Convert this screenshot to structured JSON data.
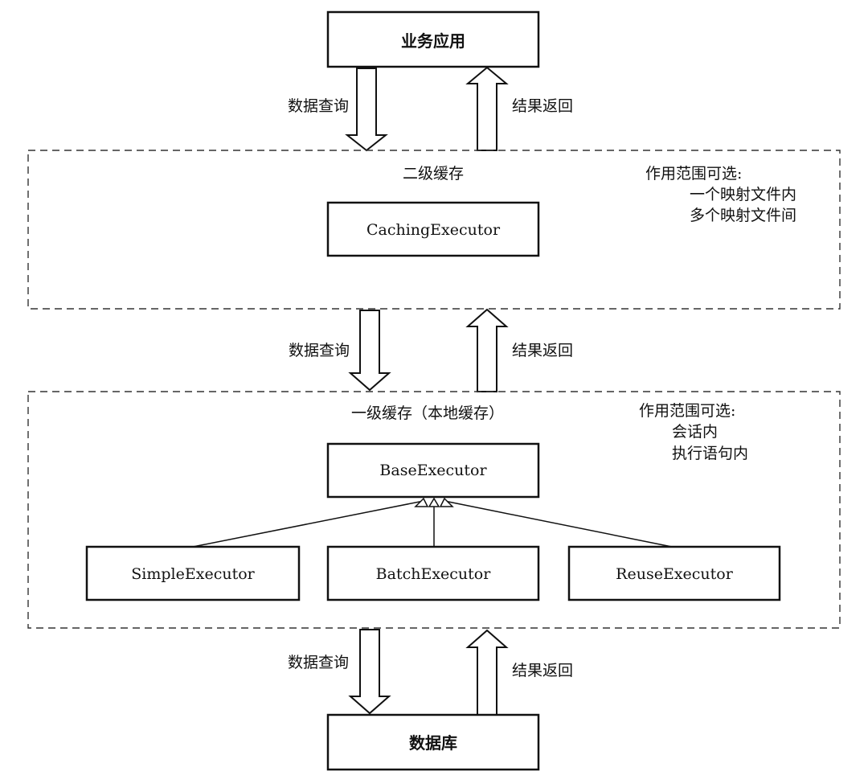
{
  "app_box": "业务应用",
  "arrows": {
    "query_label": "数据查询",
    "return_label": "结果返回"
  },
  "l2_cache": {
    "title": "二级缓存",
    "scope_title": "作用范围可选:",
    "scope_items": [
      "一个映射文件内",
      "多个映射文件间"
    ],
    "executor": "CachingExecutor"
  },
  "l1_cache": {
    "title": "一级缓存（本地缓存）",
    "scope_title": "作用范围可选:",
    "scope_items": [
      "会话内",
      "执行语句内"
    ],
    "base_executor": "BaseExecutor",
    "sub_executors": [
      "SimpleExecutor",
      "BatchExecutor",
      "ReuseExecutor"
    ]
  },
  "database_box": "数据库"
}
